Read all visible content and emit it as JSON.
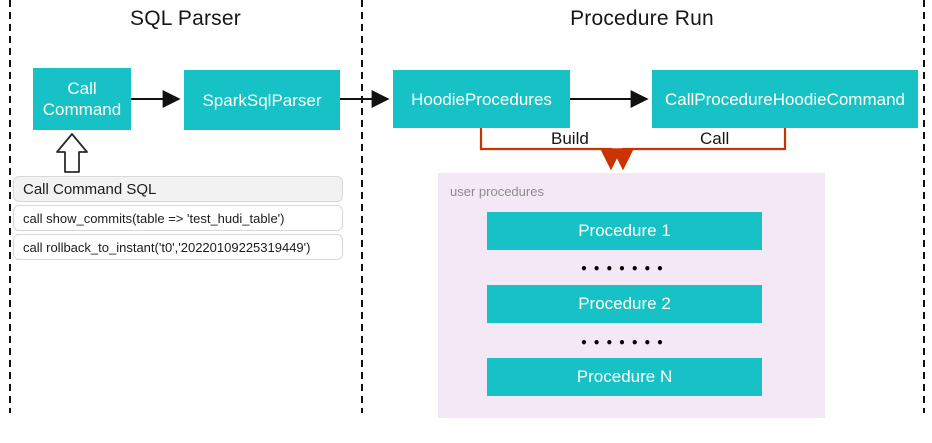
{
  "sections": [
    {
      "title": "SQL Parser"
    },
    {
      "title": "Procedure Run"
    }
  ],
  "nodes": {
    "call_command": "Call Command",
    "spark_sql_parser": "SparkSqlParser",
    "hoodie_procedures": "HoodieProcedures",
    "call_procedure_hoodie_command": "CallProcedureHoodieCommand"
  },
  "edge_labels": {
    "build": "Build",
    "call": "Call"
  },
  "sql_table": {
    "header": "Call Command SQL",
    "rows": [
      "call show_commits(table => 'test_hudi_table')",
      "call rollback_to_instant('t0','20220109225319449')"
    ]
  },
  "user_procedures": {
    "label": "user procedures",
    "items": [
      "Procedure 1",
      "Procedure 2",
      "Procedure N"
    ],
    "ellipsis": "•••••••"
  },
  "colors": {
    "node_teal": "#16c2c5",
    "connector_red": "#cc3300",
    "line_black": "#111111",
    "panel_lavender": "#f4e7f6",
    "table_header_bg": "#f2f2f2",
    "table_border": "#d8d8d8",
    "muted_text": "#8c8c8c"
  }
}
